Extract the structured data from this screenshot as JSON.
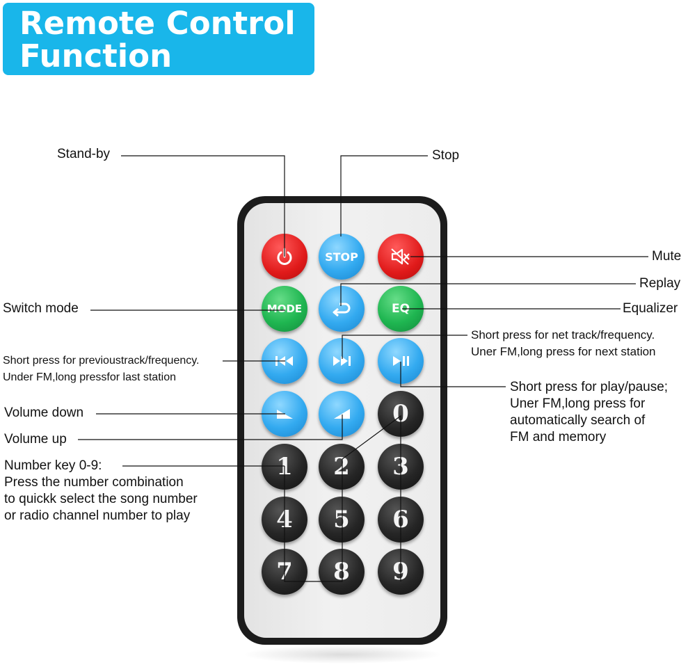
{
  "title": {
    "line1": "Remote Control",
    "line2": "Function"
  },
  "colors": {
    "banner": "#19b6ea",
    "red": "#e01a1a",
    "blue": "#33aaf0",
    "green": "#1fb651",
    "black": "#262626",
    "remote_frame": "#1c1c1c",
    "remote_face": "#ececec"
  },
  "buttons": {
    "power": {
      "icon": "power-icon"
    },
    "stop": {
      "label": "STOP"
    },
    "mute": {
      "icon": "mute-icon"
    },
    "mode": {
      "label": "MODE"
    },
    "replay": {
      "icon": "replay-icon"
    },
    "eq": {
      "label": "EQ"
    },
    "prev": {
      "icon": "previous-track-icon"
    },
    "next": {
      "icon": "next-track-icon"
    },
    "play_pause": {
      "icon": "play-pause-icon"
    },
    "vol_down": {
      "icon": "volume-down-icon"
    },
    "vol_up": {
      "icon": "volume-up-icon"
    },
    "numbers": [
      "0",
      "1",
      "2",
      "3",
      "4",
      "5",
      "6",
      "7",
      "8",
      "9"
    ]
  },
  "labels": {
    "standby": "Stand-by",
    "stop": "Stop",
    "mute": "Mute",
    "replay": "Replay",
    "switch_mode": "Switch mode",
    "equalizer": "Equalizer",
    "next": [
      "Short press for net track/frequency.",
      "Uner FM,long press for next station"
    ],
    "previous": [
      "Short press for previoustrack/frequency.",
      "Under FM,long pressfor last station"
    ],
    "play_pause": [
      "Short press for play/pause;",
      "Uner FM,long press for",
      "automatically search of",
      "FM and memory"
    ],
    "volume_down": "Volume down",
    "volume_up": "Volume up",
    "number_keys": [
      "Number key 0-9:",
      "Press the number combination",
      "to quickk select the song number",
      "or radio channel number to play"
    ]
  }
}
